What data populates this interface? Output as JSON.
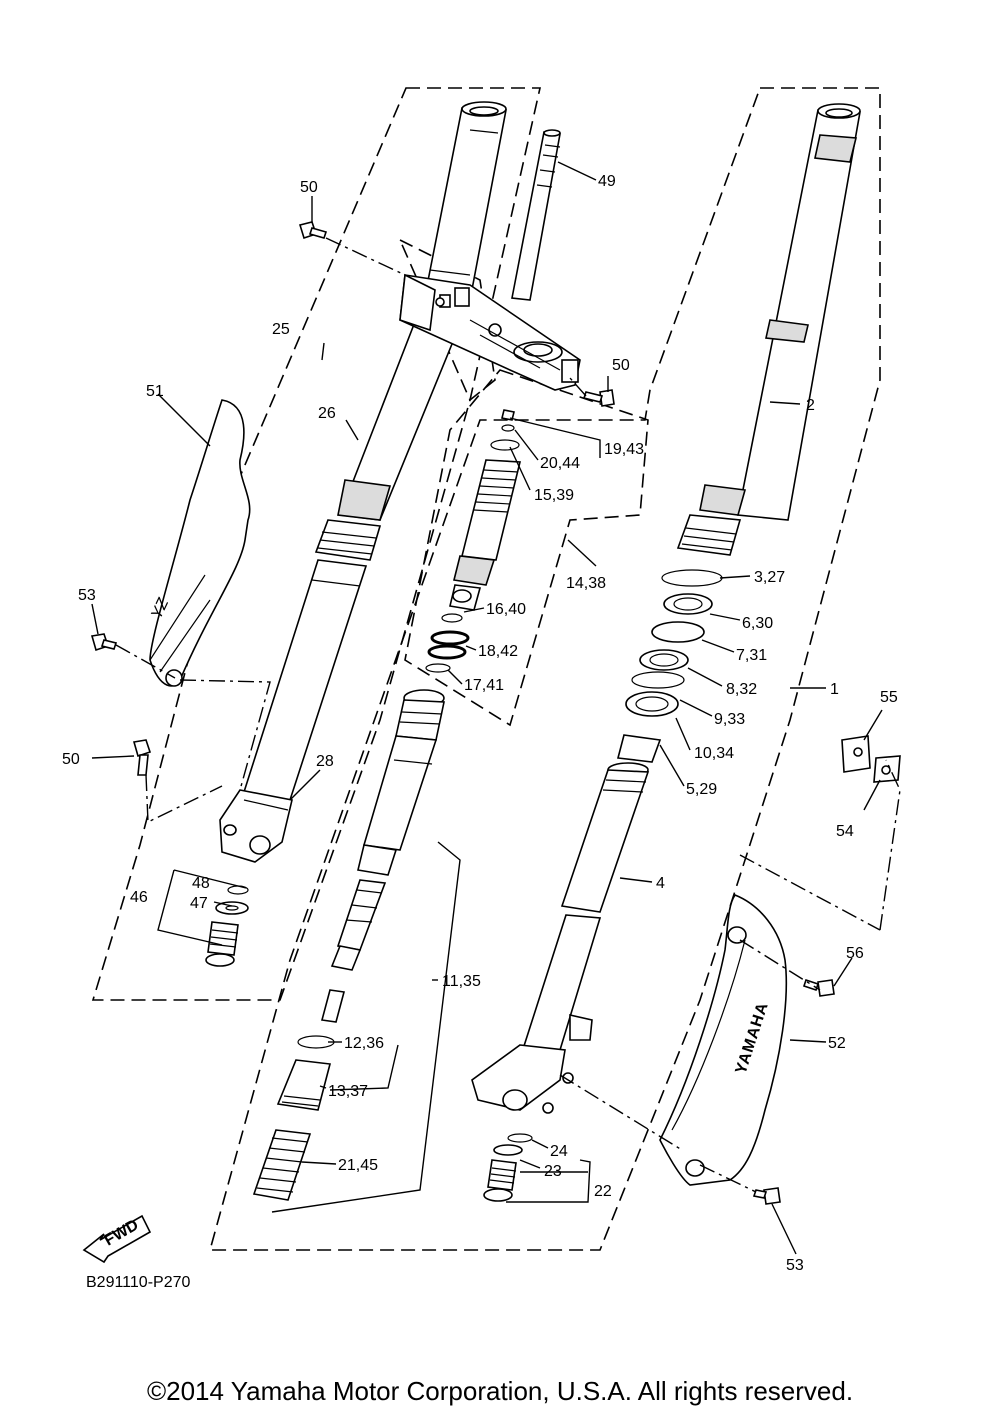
{
  "diagram": {
    "figure_code": "B291110-P270",
    "fwd_arrow_label": "FWD",
    "guard_logo_text": "YAMAHA",
    "copyright": "©2014 Yamaha Motor Corporation, U.S.A. All rights reserved."
  },
  "labels": [
    "1",
    "2",
    "3,27",
    "4",
    "5,29",
    "6,30",
    "7,31",
    "8,32",
    "9,33",
    "10,34",
    "11,35",
    "12,36",
    "13,37",
    "14,38",
    "15,39",
    "16,40",
    "17,41",
    "18,42",
    "19,43",
    "20,44",
    "21,45",
    "22",
    "23",
    "24",
    "25",
    "26",
    "28",
    "46",
    "47",
    "48",
    "49",
    "50",
    "50",
    "50",
    "51",
    "52",
    "53",
    "53",
    "54",
    "55",
    "56"
  ]
}
